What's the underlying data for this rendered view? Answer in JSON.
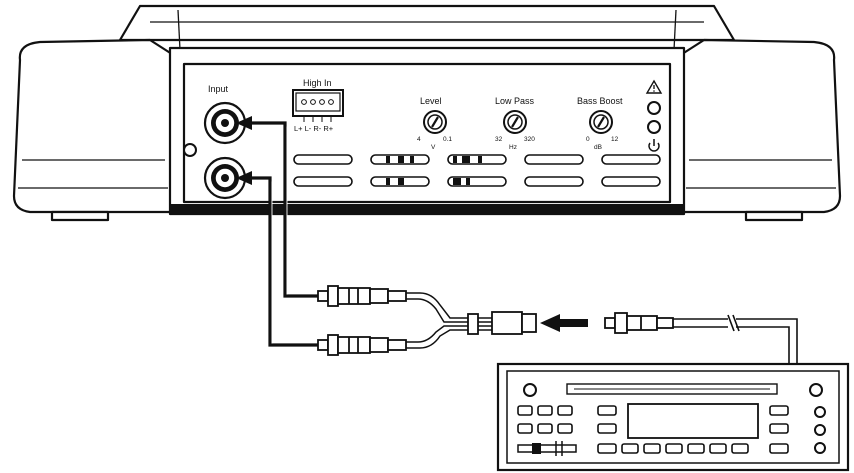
{
  "labels": {
    "input": "Input",
    "high_in": "High In",
    "high_in_pins": "L+ L- R- R+",
    "level": "Level",
    "level_min": "4",
    "level_max": "0.1",
    "level_unit": "V",
    "low_pass": "Low Pass",
    "low_pass_min": "32",
    "low_pass_max": "320",
    "low_pass_unit": "Hz",
    "bass_boost": "Bass Boost",
    "bass_boost_min": "0",
    "bass_boost_max": "12",
    "bass_boost_unit": "dB"
  },
  "icons": {
    "warning": "warning-triangle-icon",
    "power": "power-icon"
  },
  "colors": {
    "line": "#111111",
    "background": "#ffffff"
  }
}
